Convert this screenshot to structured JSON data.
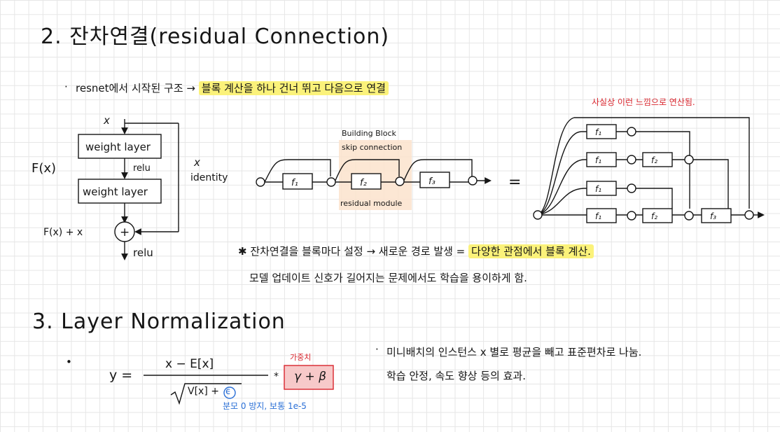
{
  "sec2": {
    "title": "2. 잔차연결(residual Connection)",
    "bullet_lead": "resnet에서 시작된 구조 →",
    "bullet_hl": "블록 계산을 하나 건너 뛰고 다음으로 연결",
    "note1_lead": "✱ 잔차연결을 블록마다 설정 → 새로운 경로 발생 =",
    "note1_hl": "다양한 관점에서 블록 계산.",
    "note2": "모델 업데이트 신호가 길어지는 문제에서도 학습을 용이하게 함.",
    "red_note": "사실상 이런 느낌으로 연산됨."
  },
  "block_diagram": {
    "x_in": "x",
    "layer1": "weight layer",
    "relu_mid": "relu",
    "layer2": "weight layer",
    "fx": "F(x)",
    "fx_plus_x": "F(x) + x",
    "plus": "+",
    "relu_out": "relu",
    "identity_x": "x",
    "identity": "identity"
  },
  "chain": {
    "building_block": "Building Block",
    "skip_connection": "skip connection",
    "residual_module": "residual module",
    "f1": "f₁",
    "f2": "f₂",
    "f3": "f₃",
    "equals": "="
  },
  "unrolled": {
    "f1": "f₁",
    "f2": "f₂",
    "f3": "f₃"
  },
  "sec3": {
    "title": "3. Layer Normalization",
    "formula_y": "y =",
    "numerator": "x − E[x]",
    "denominator": "V[x] + ",
    "epsilon": "ϵ",
    "times": "*",
    "gamma_beta": "γ + β",
    "weight_label": "가중치",
    "eps_note": "분모 0 방지, 보통 1e-5",
    "bullet1": "미니배치의 인스턴스 x 별로 평균을 빼고 표준편차로 나눔.",
    "bullet2": "학습 안정, 속도 향상 등의 효과."
  },
  "colors": {
    "highlight": "#fbf27a",
    "red_ink": "#d9262e",
    "blue_ink": "#2a6fd6",
    "peach": "#fbe3cc",
    "red_box_fill": "#f7c9c9"
  }
}
